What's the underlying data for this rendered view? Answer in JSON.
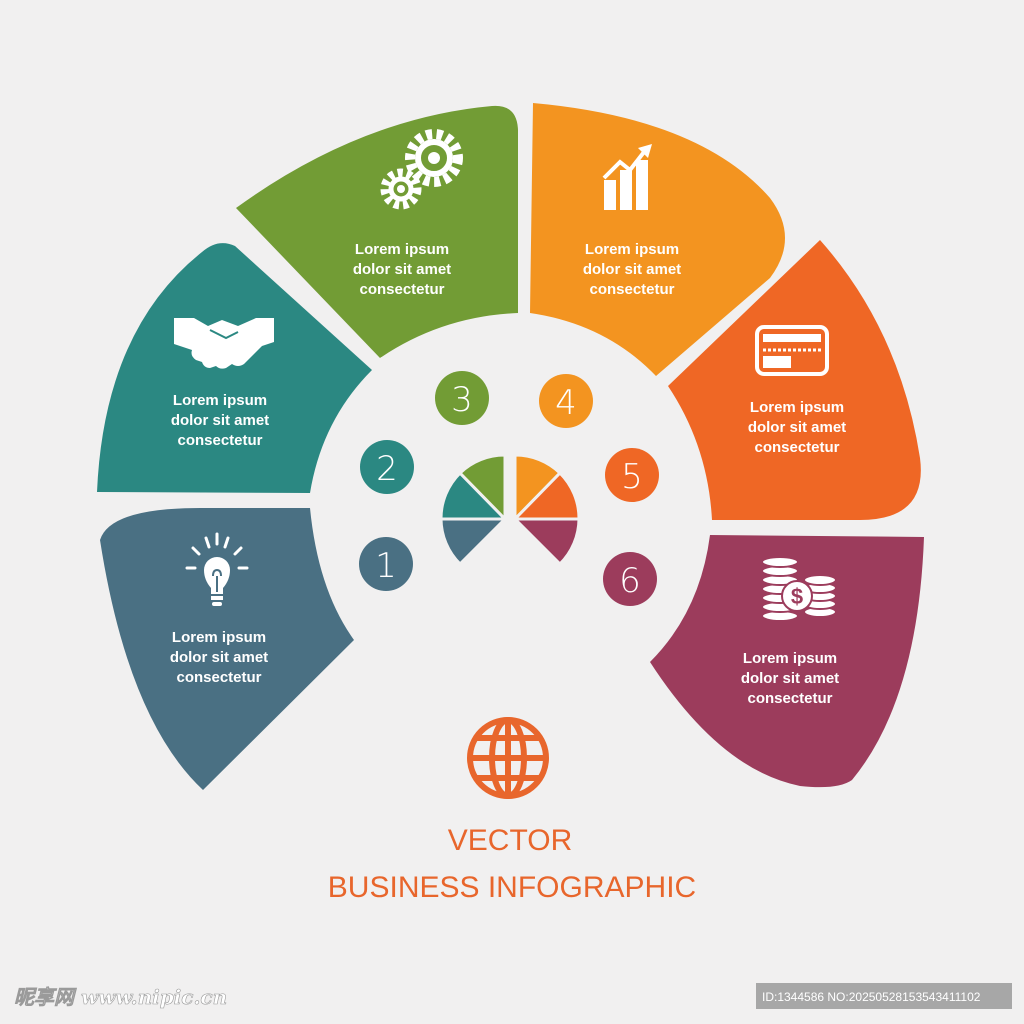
{
  "segments": [
    {
      "number": "1",
      "color": "#4a7083",
      "icon": "lightbulb-icon",
      "lines": [
        "Lorem ipsum",
        "dolor sit amet",
        "consectetur"
      ]
    },
    {
      "number": "2",
      "color": "#2b8882",
      "icon": "handshake-icon",
      "lines": [
        "Lorem ipsum",
        "dolor sit amet",
        "consectetur"
      ]
    },
    {
      "number": "3",
      "color": "#729c35",
      "icon": "gears-icon",
      "lines": [
        "Lorem ipsum",
        "dolor sit amet",
        "consectetur"
      ]
    },
    {
      "number": "4",
      "color": "#f39420",
      "icon": "growth-chart-icon",
      "lines": [
        "Lorem ipsum",
        "dolor sit amet",
        "consectetur"
      ]
    },
    {
      "number": "5",
      "color": "#ef6725",
      "icon": "credit-card-icon",
      "lines": [
        "Lorem ipsum",
        "dolor sit amet",
        "consectetur"
      ]
    },
    {
      "number": "6",
      "color": "#9c3c5c",
      "icon": "coins-dollar-icon",
      "lines": [
        "Lorem ipsum",
        "dolor sit amet",
        "consectetur"
      ]
    }
  ],
  "center_icon": "globe-icon",
  "title_line1": "VECTOR",
  "title_line2": "BUSINESS  INFOGRAPHIC",
  "title_color": "#e8662c",
  "watermark": {
    "left": "昵享网 www.nipic.cn",
    "right": "ID:1344586 NO:20250528153543411102"
  }
}
